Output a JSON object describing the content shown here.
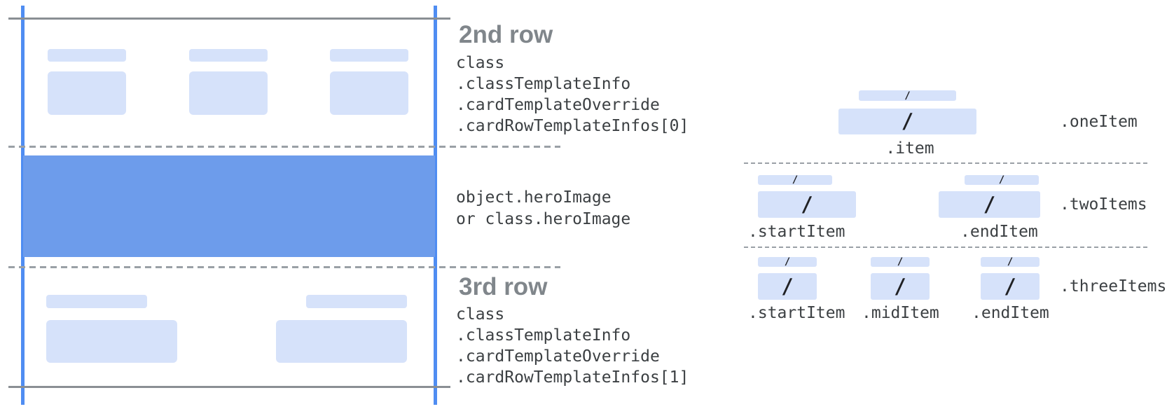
{
  "palette": {
    "light_blue": "#d6e2fa",
    "hero_blue": "#6d9ceb",
    "guide_blue": "#4f8df2",
    "edge_gray": "#8a8f94",
    "dash_gray": "#9aa0a6",
    "heading_gray": "#80868b",
    "code_text": "#3c4043",
    "slash_text": "#202124"
  },
  "card_annotations": {
    "row2": {
      "title": "2nd row",
      "lines": [
        "class",
        ".classTemplateInfo",
        ".cardTemplateOverride",
        ".cardRowTemplateInfos[0]"
      ]
    },
    "hero": {
      "lines": [
        "object.heroImage",
        "or class.heroImage"
      ]
    },
    "row3": {
      "title": "3rd row",
      "lines": [
        "class",
        ".classTemplateInfo",
        ".cardTemplateOverride",
        ".cardRowTemplateInfos[1]"
      ]
    }
  },
  "items_diagram": {
    "slash": "/",
    "one_item": {
      "row_label": ".oneItem",
      "item_label": ".item"
    },
    "two_items": {
      "row_label": ".twoItems",
      "start_label": ".startItem",
      "end_label": ".endItem"
    },
    "three_items": {
      "row_label": ".threeItems",
      "start_label": ".startItem",
      "mid_label": ".midItem",
      "end_label": ".endItem"
    }
  }
}
